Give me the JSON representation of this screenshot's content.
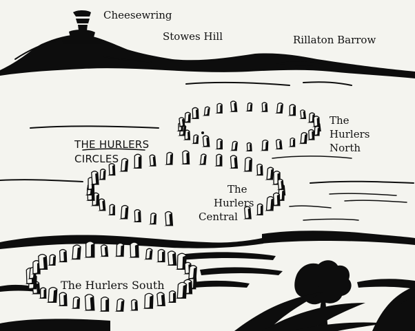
{
  "labels": {
    "cheesewring": "Cheesewring",
    "stowes_hill": "Stowes Hill",
    "rillaton_barrow": "Rillaton Barrow",
    "title_line1": "THE HURLERS",
    "title_line2": "CIRCLES",
    "north_line1": "The",
    "north_line2": "Hurlers",
    "north_line3": "North",
    "central_line1": "The",
    "central_line2": "Hurlers",
    "central_line3": "Central",
    "south": "The Hurlers South"
  },
  "colors": {
    "ink": "#0d0d0d",
    "paper": "#f4f4ef"
  }
}
